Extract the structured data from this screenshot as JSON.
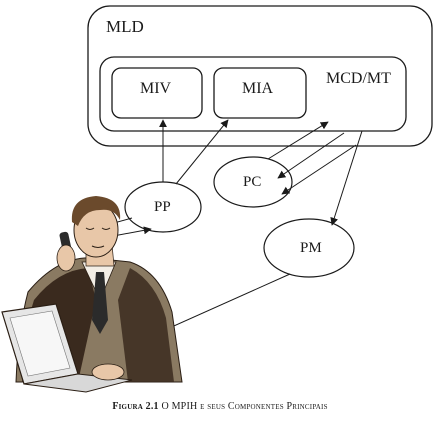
{
  "diagram": {
    "nodes": {
      "mld": "MLD",
      "mcd_mt": "MCD/MT",
      "miv": "MIV",
      "mia": "MIA",
      "pp": "PP",
      "pc": "PC",
      "pm": "PM"
    },
    "edges": [
      {
        "from": "pp",
        "to": "miv"
      },
      {
        "from": "pp",
        "to": "mia"
      },
      {
        "from": "pc",
        "to": "mcd_mt"
      },
      {
        "from": "mcd_mt",
        "to": "pc"
      },
      {
        "from": "mcd_mt",
        "to": "pc"
      },
      {
        "from": "mcd_mt",
        "to": "pm"
      },
      {
        "from": "pm",
        "to": "user"
      },
      {
        "from": "user",
        "to": "pp"
      },
      {
        "from": "pp",
        "to": "user"
      }
    ],
    "illustration": "man-on-phone-at-computer",
    "colors": {
      "line": "#1a1a1a",
      "suit": "#3a2a1e",
      "skin": "#e8c7a8",
      "hair": "#6b4a2c",
      "suit_shade": "#8a7a62"
    }
  },
  "caption": {
    "figure": "Figura 2.1",
    "text": "O MPIH e seus Componentes Principais"
  }
}
